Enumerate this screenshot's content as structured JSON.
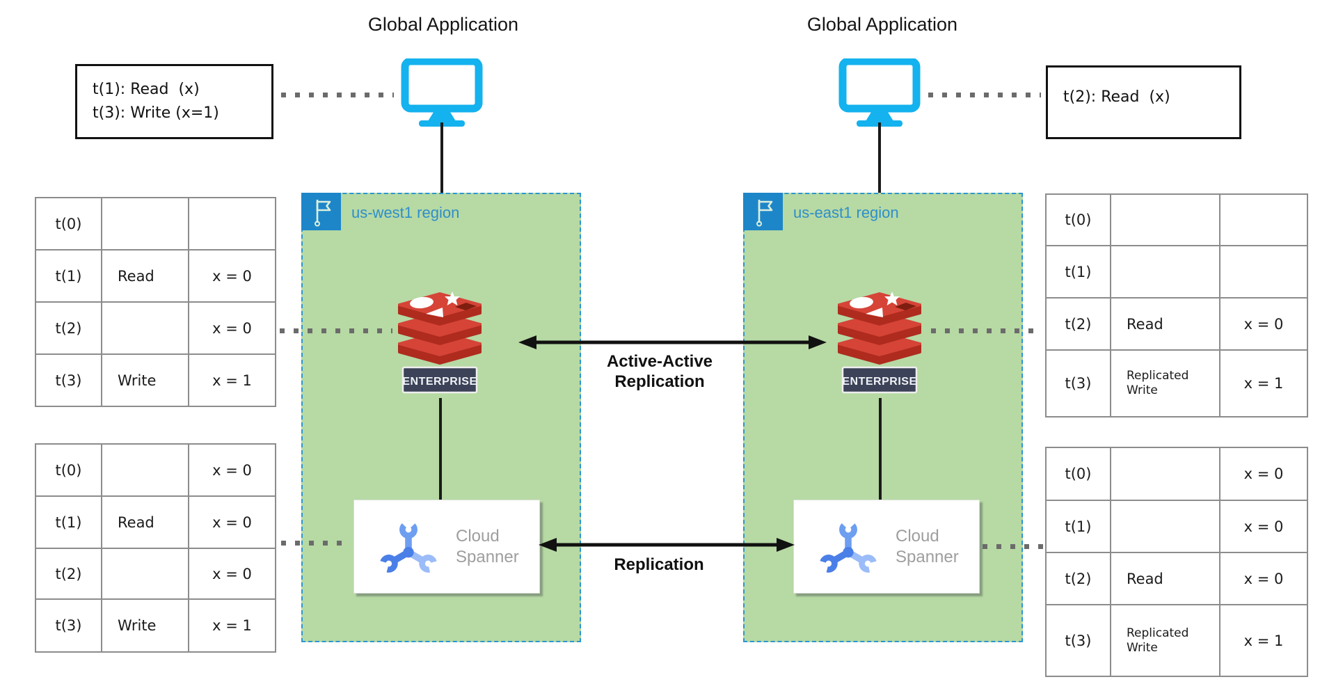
{
  "titles": {
    "left": "Global Application",
    "right": "Global Application"
  },
  "annotation_boxes": {
    "left": {
      "line1": "t(1): Read  (x)",
      "line2": "t(3): Write (x=1)"
    },
    "right": {
      "line1": "t(2): Read  (x)"
    }
  },
  "regions": {
    "west": {
      "label": "us-west1 region"
    },
    "east": {
      "label": "us-east1 region"
    }
  },
  "redis": {
    "badge": "ENTERPRISE"
  },
  "spanner": {
    "line1": "Cloud",
    "line2": "Spanner"
  },
  "arrows": {
    "redis": {
      "line1": "Active-Active",
      "line2": "Replication"
    },
    "spanner": {
      "label": "Replication"
    }
  },
  "tables": {
    "redis_west": {
      "rows": [
        [
          "t(0)",
          "",
          ""
        ],
        [
          "t(1)",
          "Read",
          "x = 0"
        ],
        [
          "t(2)",
          "",
          "x = 0"
        ],
        [
          "t(3)",
          "Write",
          "x = 1"
        ]
      ]
    },
    "spanner_west": {
      "rows": [
        [
          "t(0)",
          "",
          "x = 0"
        ],
        [
          "t(1)",
          "Read",
          "x = 0"
        ],
        [
          "t(2)",
          "",
          "x = 0"
        ],
        [
          "t(3)",
          "Write",
          "x = 1"
        ]
      ]
    },
    "redis_east": {
      "rows": [
        [
          "t(0)",
          "",
          ""
        ],
        [
          "t(1)",
          "",
          ""
        ],
        [
          "t(2)",
          "Read",
          "x = 0"
        ],
        [
          "t(3)",
          "Replicated Write",
          "x = 1"
        ]
      ]
    },
    "spanner_east": {
      "rows": [
        [
          "t(0)",
          "",
          "x = 0"
        ],
        [
          "t(1)",
          "",
          "x = 0"
        ],
        [
          "t(2)",
          "Read",
          "x = 0"
        ],
        [
          "t(3)",
          "Replicated Write",
          "x = 1"
        ]
      ]
    }
  },
  "colors": {
    "region_fill": "#b7d9a4",
    "region_border": "#2a96d2",
    "flag_tile": "#1d86c8",
    "region_label": "#2e8fc9",
    "monitor": "#14b2ee",
    "redis_red": "#d54437",
    "redis_dark": "#ae2b1e",
    "badge_bg": "#3c4257",
    "spanner_blue": "#4b7fe8",
    "spanner_text": "#9e9e9e",
    "arrow": "#111111",
    "table_border": "#8c8c8c",
    "dots": "#6b6b6b"
  }
}
